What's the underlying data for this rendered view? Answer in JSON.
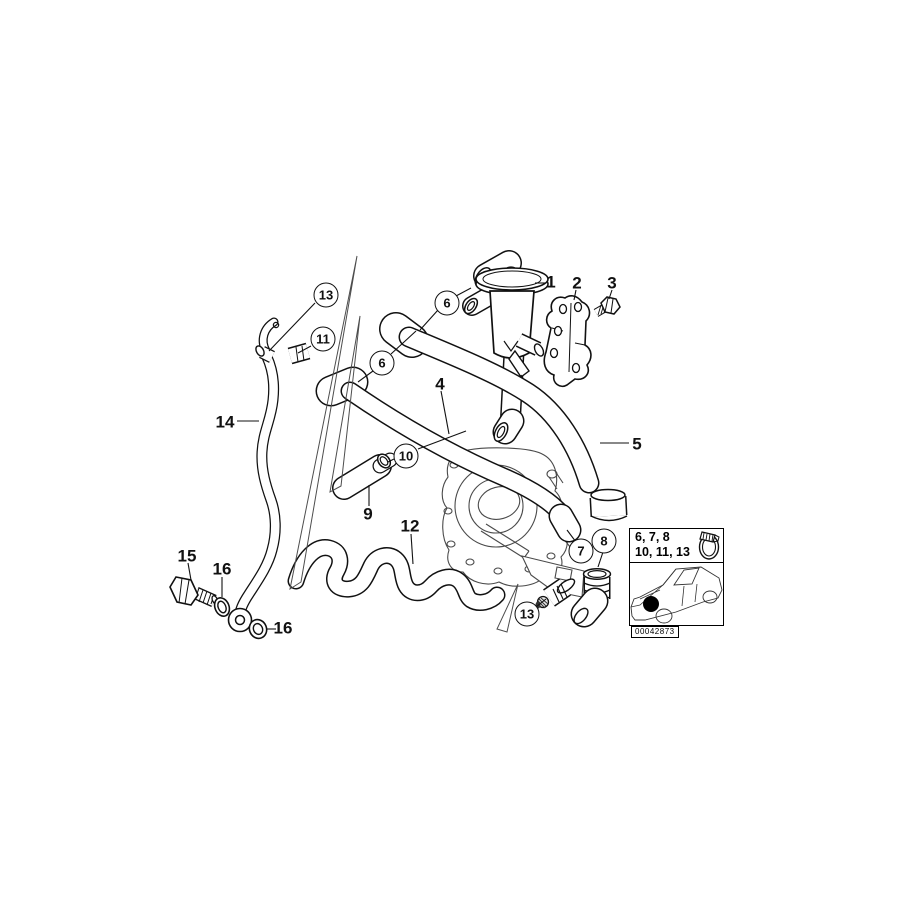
{
  "diagram": {
    "plain_callouts": [
      {
        "text": "1"
      },
      {
        "text": "2"
      },
      {
        "text": "3"
      },
      {
        "text": "4"
      },
      {
        "text": "5"
      },
      {
        "text": "9"
      },
      {
        "text": "12"
      },
      {
        "text": "14"
      },
      {
        "text": "15"
      },
      {
        "text": "16"
      },
      {
        "text": "16"
      }
    ],
    "circled_callouts": [
      {
        "text": "13"
      },
      {
        "text": "11"
      },
      {
        "text": "6"
      },
      {
        "text": "6"
      },
      {
        "text": "10"
      },
      {
        "text": "7"
      },
      {
        "text": "8"
      },
      {
        "text": "13"
      }
    ],
    "inset": {
      "line1": "6, 7, 8",
      "line2": "10, 11, 13",
      "code": "00042873"
    },
    "colors": {
      "line": "#111111",
      "light_line": "#4a4a4a",
      "background": "#ffffff"
    }
  }
}
